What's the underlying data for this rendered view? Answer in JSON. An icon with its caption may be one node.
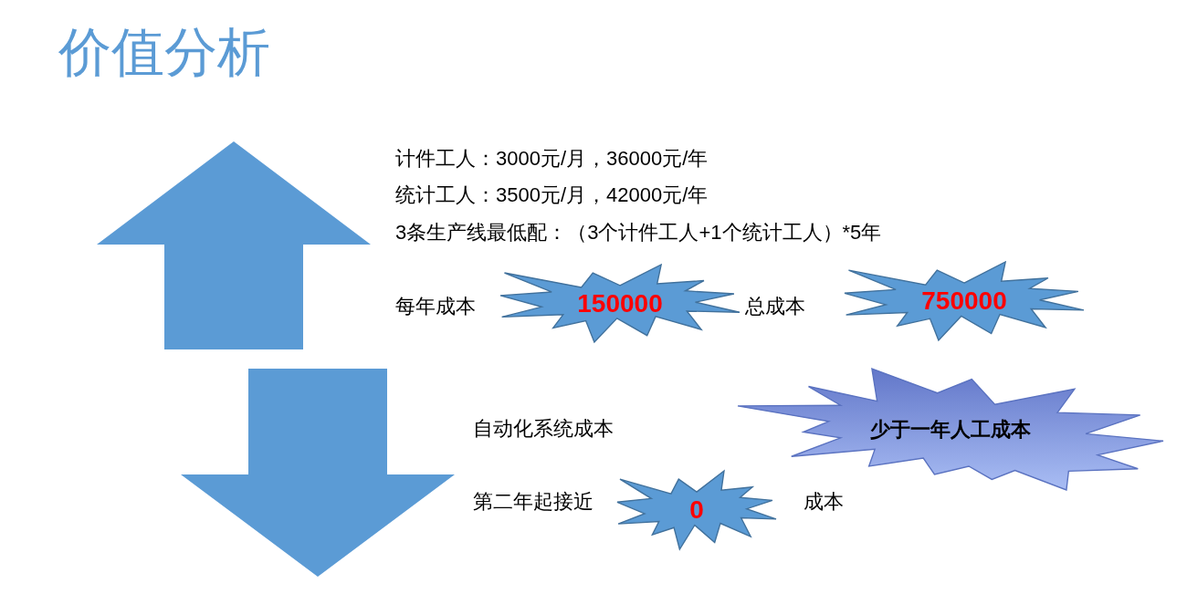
{
  "diagram": {
    "title": "价值分析",
    "nodes": [
      {
        "text": [
          "150000"
        ]
      },
      {
        "text": [
          "750000"
        ]
      },
      {
        "text": [
          "少于一年人工成本"
        ]
      },
      {
        "text": [
          "0"
        ]
      }
    ],
    "labels": [
      "计件工人：3000元/月，36000元/年",
      "统计工人：3500元/月，42000元/年",
      "3条生产线最低配：（3个计件工人+1个统计工人）*5年",
      "每年成本",
      "总成本",
      "自动化系统成本",
      "第二年起接近",
      "成本"
    ]
  }
}
